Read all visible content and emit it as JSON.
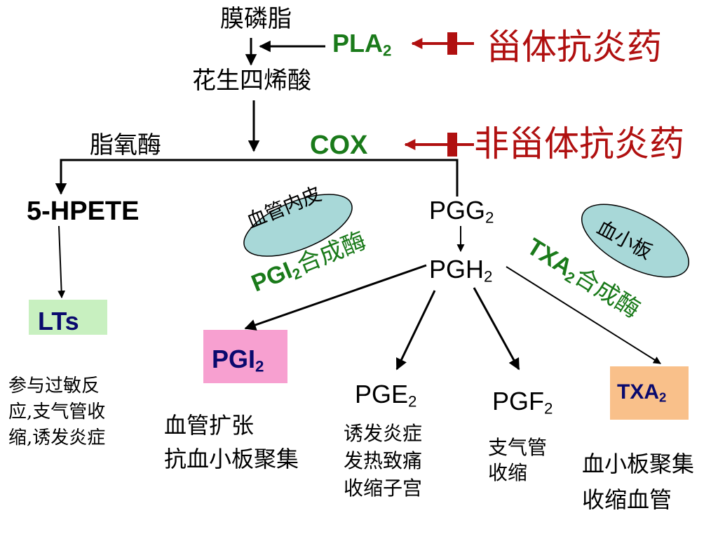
{
  "nodes": {
    "phospholipid": "膜磷脂",
    "arachidonic_acid": "花生四烯酸",
    "lipoxygenase": "脂氧酶",
    "hpete": "5-HPETE",
    "lts": "LTs",
    "lts_effects": [
      "参与过敏反",
      "应,支气管收",
      "缩,诱发炎症"
    ],
    "pgg2": {
      "base": "PGG",
      "sub": "2"
    },
    "pgh2": {
      "base": "PGH",
      "sub": "2"
    },
    "pgi2": {
      "base": "PGI",
      "sub": "2"
    },
    "pgi2_effects": [
      "血管扩张",
      "抗血小板聚集"
    ],
    "pge2": {
      "base": "PGE",
      "sub": "2"
    },
    "pge2_effects": [
      "诱发炎症",
      "发热致痛",
      "收缩子宫"
    ],
    "pgf2": {
      "base": "PGF",
      "sub": "2"
    },
    "pgf2_effects": [
      "支气管",
      "收缩"
    ],
    "txa2": {
      "base": "TXA",
      "sub": "2"
    },
    "txa2_effects": [
      "血小板聚集",
      "收缩血管"
    ]
  },
  "enzymes": {
    "pla2": {
      "base": "PLA",
      "sub": "2"
    },
    "cox": "COX",
    "pgi2_synthase": {
      "base": "PGI",
      "sub": "2",
      "suffix": "合成酶"
    },
    "txa2_synthase": {
      "base": "TXA",
      "sub": "2",
      "suffix": "合成酶"
    }
  },
  "inhibitors": {
    "steroidal": "甾体抗炎药",
    "nonsteroidal": "非甾体抗炎药"
  },
  "tissues": {
    "endothelium": "血管内皮",
    "platelet": "血小板"
  },
  "colors": {
    "enzyme_green": "#1a7a1a",
    "inhibitor_red": "#b01010",
    "lts_box": "#c8f0c0",
    "pgi2_box": "#f7a0d0",
    "txa2_box": "#f9c08a",
    "ellipse_fill": "#a8d8d8",
    "txa2_text": "#0a0a6e"
  }
}
